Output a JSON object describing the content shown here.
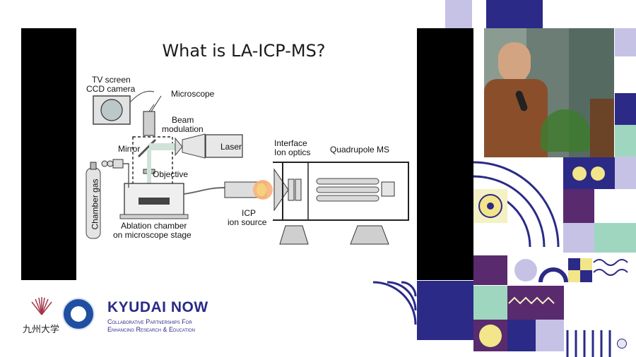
{
  "slide": {
    "title": "What is LA-ICP-MS?",
    "labels": {
      "tv_screen": "TV screen",
      "ccd_camera": "CCD camera",
      "microscope": "Microscope",
      "beam": "Beam",
      "modulation": "modulation",
      "mirror": "Mirror",
      "laser": "Laser",
      "interface": "Interface",
      "ion_optics": "Ion optics",
      "quadrupole": "Quadrupole MS",
      "objective": "Objective",
      "chamber_gas": "Chamber gas",
      "icp": "ICP",
      "ion_source": "ion source",
      "ablation_1": "Ablation chamber",
      "ablation_2": "on microscope stage"
    }
  },
  "footer": {
    "kyushu_univ": "九州大学",
    "brand_title": "KYUDAI NOW",
    "tagline_1": "Collaborative Partnerships For",
    "tagline_2": "Enhancing Research & Education"
  },
  "colors": {
    "navy": "#2b2a87",
    "purple": "#5a2a6e",
    "lavender": "#c5c2e6",
    "mint": "#9fd6bf",
    "yellow": "#f3e58a",
    "cream": "#f5f1c4"
  }
}
